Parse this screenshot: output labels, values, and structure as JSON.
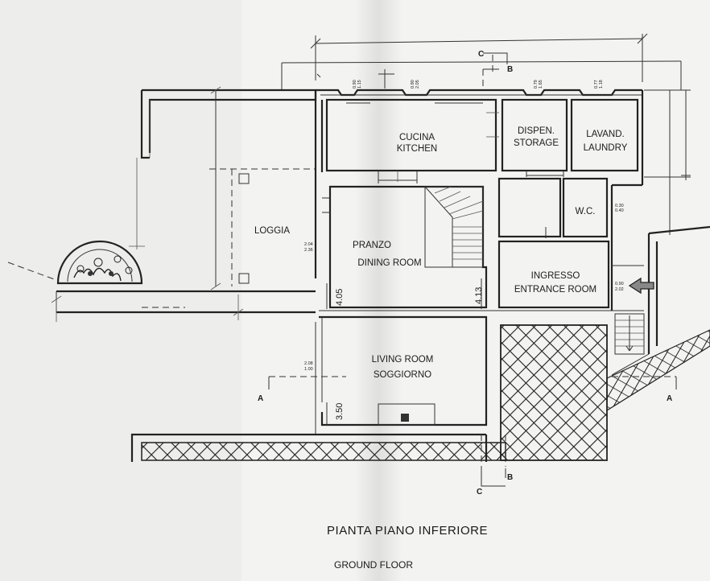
{
  "title": "PIANTA PIANO INFERIORE",
  "subtitle": "GROUND FLOOR",
  "rooms": {
    "cucina_it": "CUCINA",
    "cucina_en": "KITCHEN",
    "dispen_it": "DISPEN.",
    "dispen_en": "STORAGE",
    "lavand_it": "LAVAND.",
    "lavand_en": "LAUNDRY",
    "loggia": "LOGGIA",
    "pranzo_it": "PRANZO",
    "pranzo_en": "DINING ROOM",
    "wc": "W.C.",
    "ingresso_it": "INGRESSO",
    "ingresso_en": "ENTRANCE ROOM",
    "living_en": "LIVING ROOM",
    "living_it": "SOGGIORNO"
  },
  "dimensions": {
    "d405": "4.05",
    "d413": "4.13",
    "d350": "3.50"
  },
  "window_dims": {
    "w1a": "0.90",
    "w1b": "1.15",
    "w2a": "0.90",
    "w2b": "2.05",
    "w3a": "0.79",
    "w3b": "1.65",
    "w4a": "0.77",
    "w4b": "1.18",
    "dining_a": "2.04",
    "dining_b": "2.36",
    "living_a": "2.08",
    "living_b": "1.00",
    "wc_a": "0.30",
    "wc_b": "0.40",
    "entr_a": "0.90",
    "entr_b": "2.02"
  },
  "sections": {
    "c_top": "C",
    "b_top": "B",
    "c_bottom": "C",
    "b_bottom": "B",
    "a_left": "A",
    "a_right": "A"
  }
}
